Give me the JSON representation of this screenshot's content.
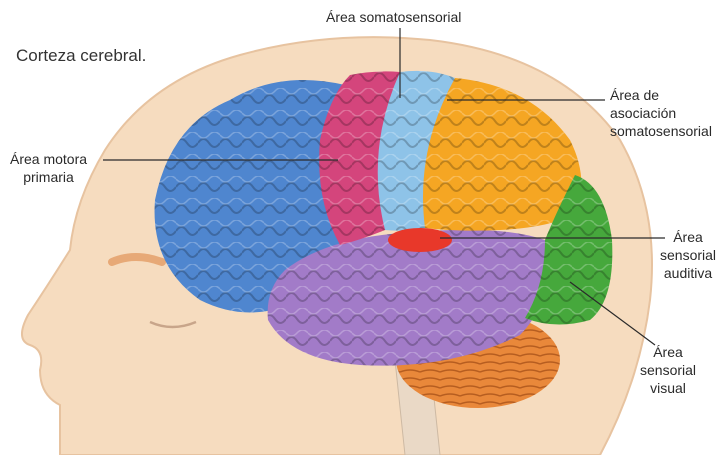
{
  "title": "Corteza cerebral.",
  "labels": {
    "somatosensorial": [
      "Área somatosensorial"
    ],
    "asociacion": [
      "Área de",
      "asociación",
      "somatosensorial"
    ],
    "motora": [
      "Área motora",
      "primaria"
    ],
    "auditiva": [
      "Área",
      "sensorial",
      "auditiva"
    ],
    "visual": [
      "Área",
      "sensorial",
      "visual"
    ]
  },
  "colors": {
    "frontal": "#4f86cf",
    "motor": "#d4457c",
    "somatosensory": "#8ec3e8",
    "parietal_association": "#f5a623",
    "auditory": "#e8382a",
    "temporal": "#a27bc8",
    "occipital": "#46a83c",
    "cerebellum": "#e9883a",
    "skin": "#f6dcbf"
  }
}
